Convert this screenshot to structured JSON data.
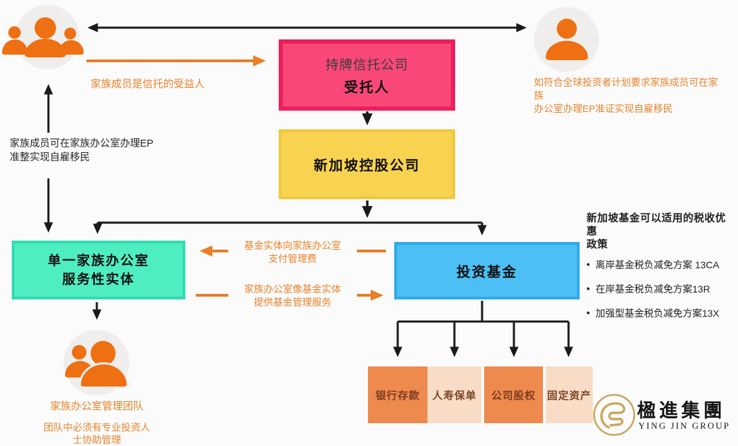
{
  "nodes": {
    "trustee": {
      "line1": "持牌信托公司",
      "line2": "受托人",
      "fill": "#F94878",
      "border": "#EC1E5C"
    },
    "holding": {
      "label": "新加坡控股公司",
      "fill": "#F7D34F",
      "border": "#EFC83E"
    },
    "family_office": {
      "line1": "单一家族办公室",
      "line2": "服务性实体",
      "fill": "#4FEDC2",
      "border": "#30DCB1"
    },
    "fund": {
      "label": "投资基金",
      "fill": "#4CC0F5",
      "border": "#2EA9E9"
    }
  },
  "assets": [
    {
      "label": "银行存款",
      "fill": "#EE8A4D",
      "text": "#7C3A1E"
    },
    {
      "label": "人寿保单",
      "fill": "#F8DCC6",
      "text": "#7C4526"
    },
    {
      "label": "公司股权",
      "fill": "#EE8A4D",
      "text": "#7C3A1E"
    },
    {
      "label": "固定资产",
      "fill": "#F8DCC6",
      "text": "#7C4526"
    }
  ],
  "annotations": {
    "beneficiary": "家族成员是信托的受益人",
    "gip_line1": "如符合全球投资者计划要求家族成员可在家族",
    "gip_line2": "办公室办理EP准证实现自雇移民",
    "ep_line1": "家族成员可在家族办公室办理EP",
    "ep_line2": "准整实现自雇移民",
    "fee_line1": "基金实体向家族办公室",
    "fee_line2": "支付管理费",
    "mgmt_line1": "家族办公室像基金实体",
    "mgmt_line2": "提供基金管理服务",
    "team_title": "家族办公室管理团队",
    "team_line1": "团队中必须有专业投资人",
    "team_line2": "士协助管理"
  },
  "tax_panel": {
    "title_line1": "新加坡基金可以适用的税收优惠",
    "title_line2": "政策",
    "bullet_mark": "•",
    "bullets": [
      "离岸基金税负减免方案 13CA",
      "在岸基金税负减免方案13R",
      "加强型基金税负减免方案13X"
    ]
  },
  "logo": {
    "cn": "楹進集團",
    "en": "YING JIN GROUP",
    "gold": "#C8A75E"
  },
  "colors": {
    "icon_orange": "#EE7012",
    "arrow_black": "#1A1A1A",
    "arrow_orange": "#E87E26",
    "circle_bg": "#EFEEEC",
    "page_bg": "#FBFBFB"
  }
}
